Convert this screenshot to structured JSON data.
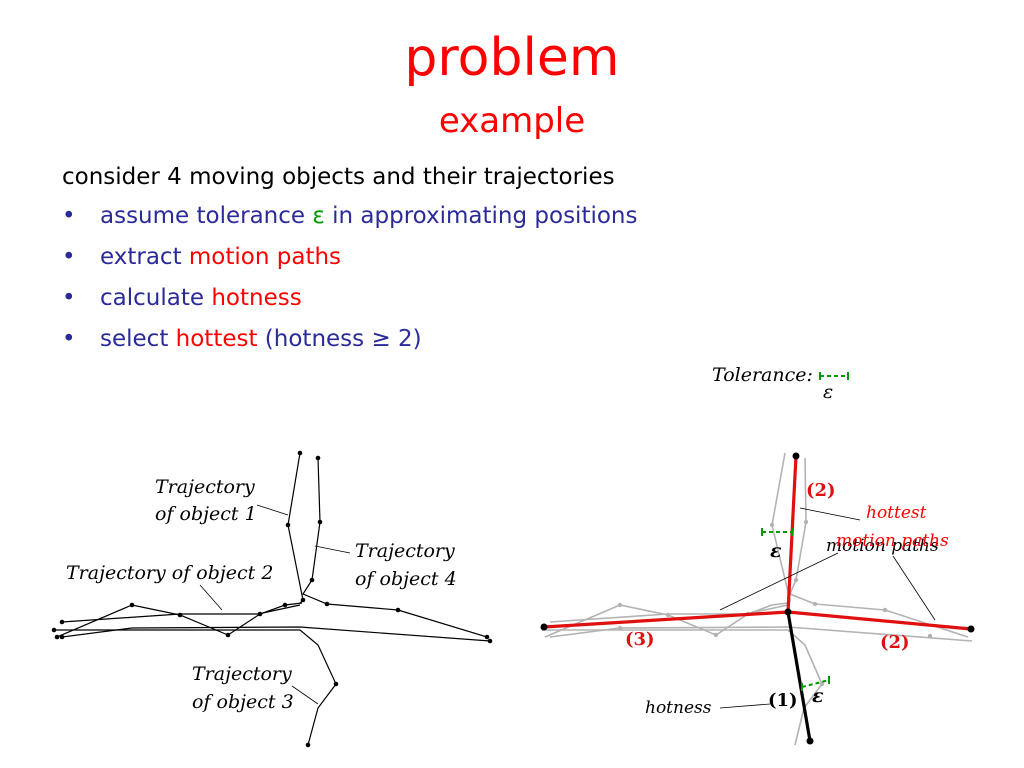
{
  "title": "problem",
  "subtitle": "example",
  "intro": "consider 4 moving objects and their trajectories",
  "bullets": [
    {
      "pre": "assume tolerance ",
      "hl": "ε",
      "post": " in approximating positions"
    },
    {
      "pre": "extract ",
      "hl": "motion paths",
      "post": ""
    },
    {
      "pre": "calculate ",
      "hl": "hotness",
      "post": ""
    },
    {
      "pre": "select ",
      "hl": "hottest",
      "post": " (hotness ≥ 2)"
    }
  ],
  "bullet_symbol": "•",
  "tolerance_label": "Tolerance:",
  "epsilon": "ε",
  "left_diagram": {
    "labels": {
      "traj1_line1": "Trajectory",
      "traj1_line2": "of object 1",
      "traj2": "Trajectory of object 2",
      "traj3_line1": "Trajectory",
      "traj3_line2": "of object 3",
      "traj4_line1": "Trajectory",
      "traj4_line2": "of object 4"
    }
  },
  "right_diagram": {
    "labels": {
      "hottest_line1": "hottest",
      "hottest_line2": "motion paths",
      "motion_paths": "motion paths",
      "hotness": "hotness",
      "hot_top": "(2)",
      "hot_left": "(3)",
      "hot_right": "(2)",
      "hot_bottom": "(1)"
    }
  },
  "colors": {
    "accent": "#ff0000",
    "text_blue": "#2a2a9a",
    "tolerance": "#009900",
    "gray": "#b0b0b0"
  }
}
